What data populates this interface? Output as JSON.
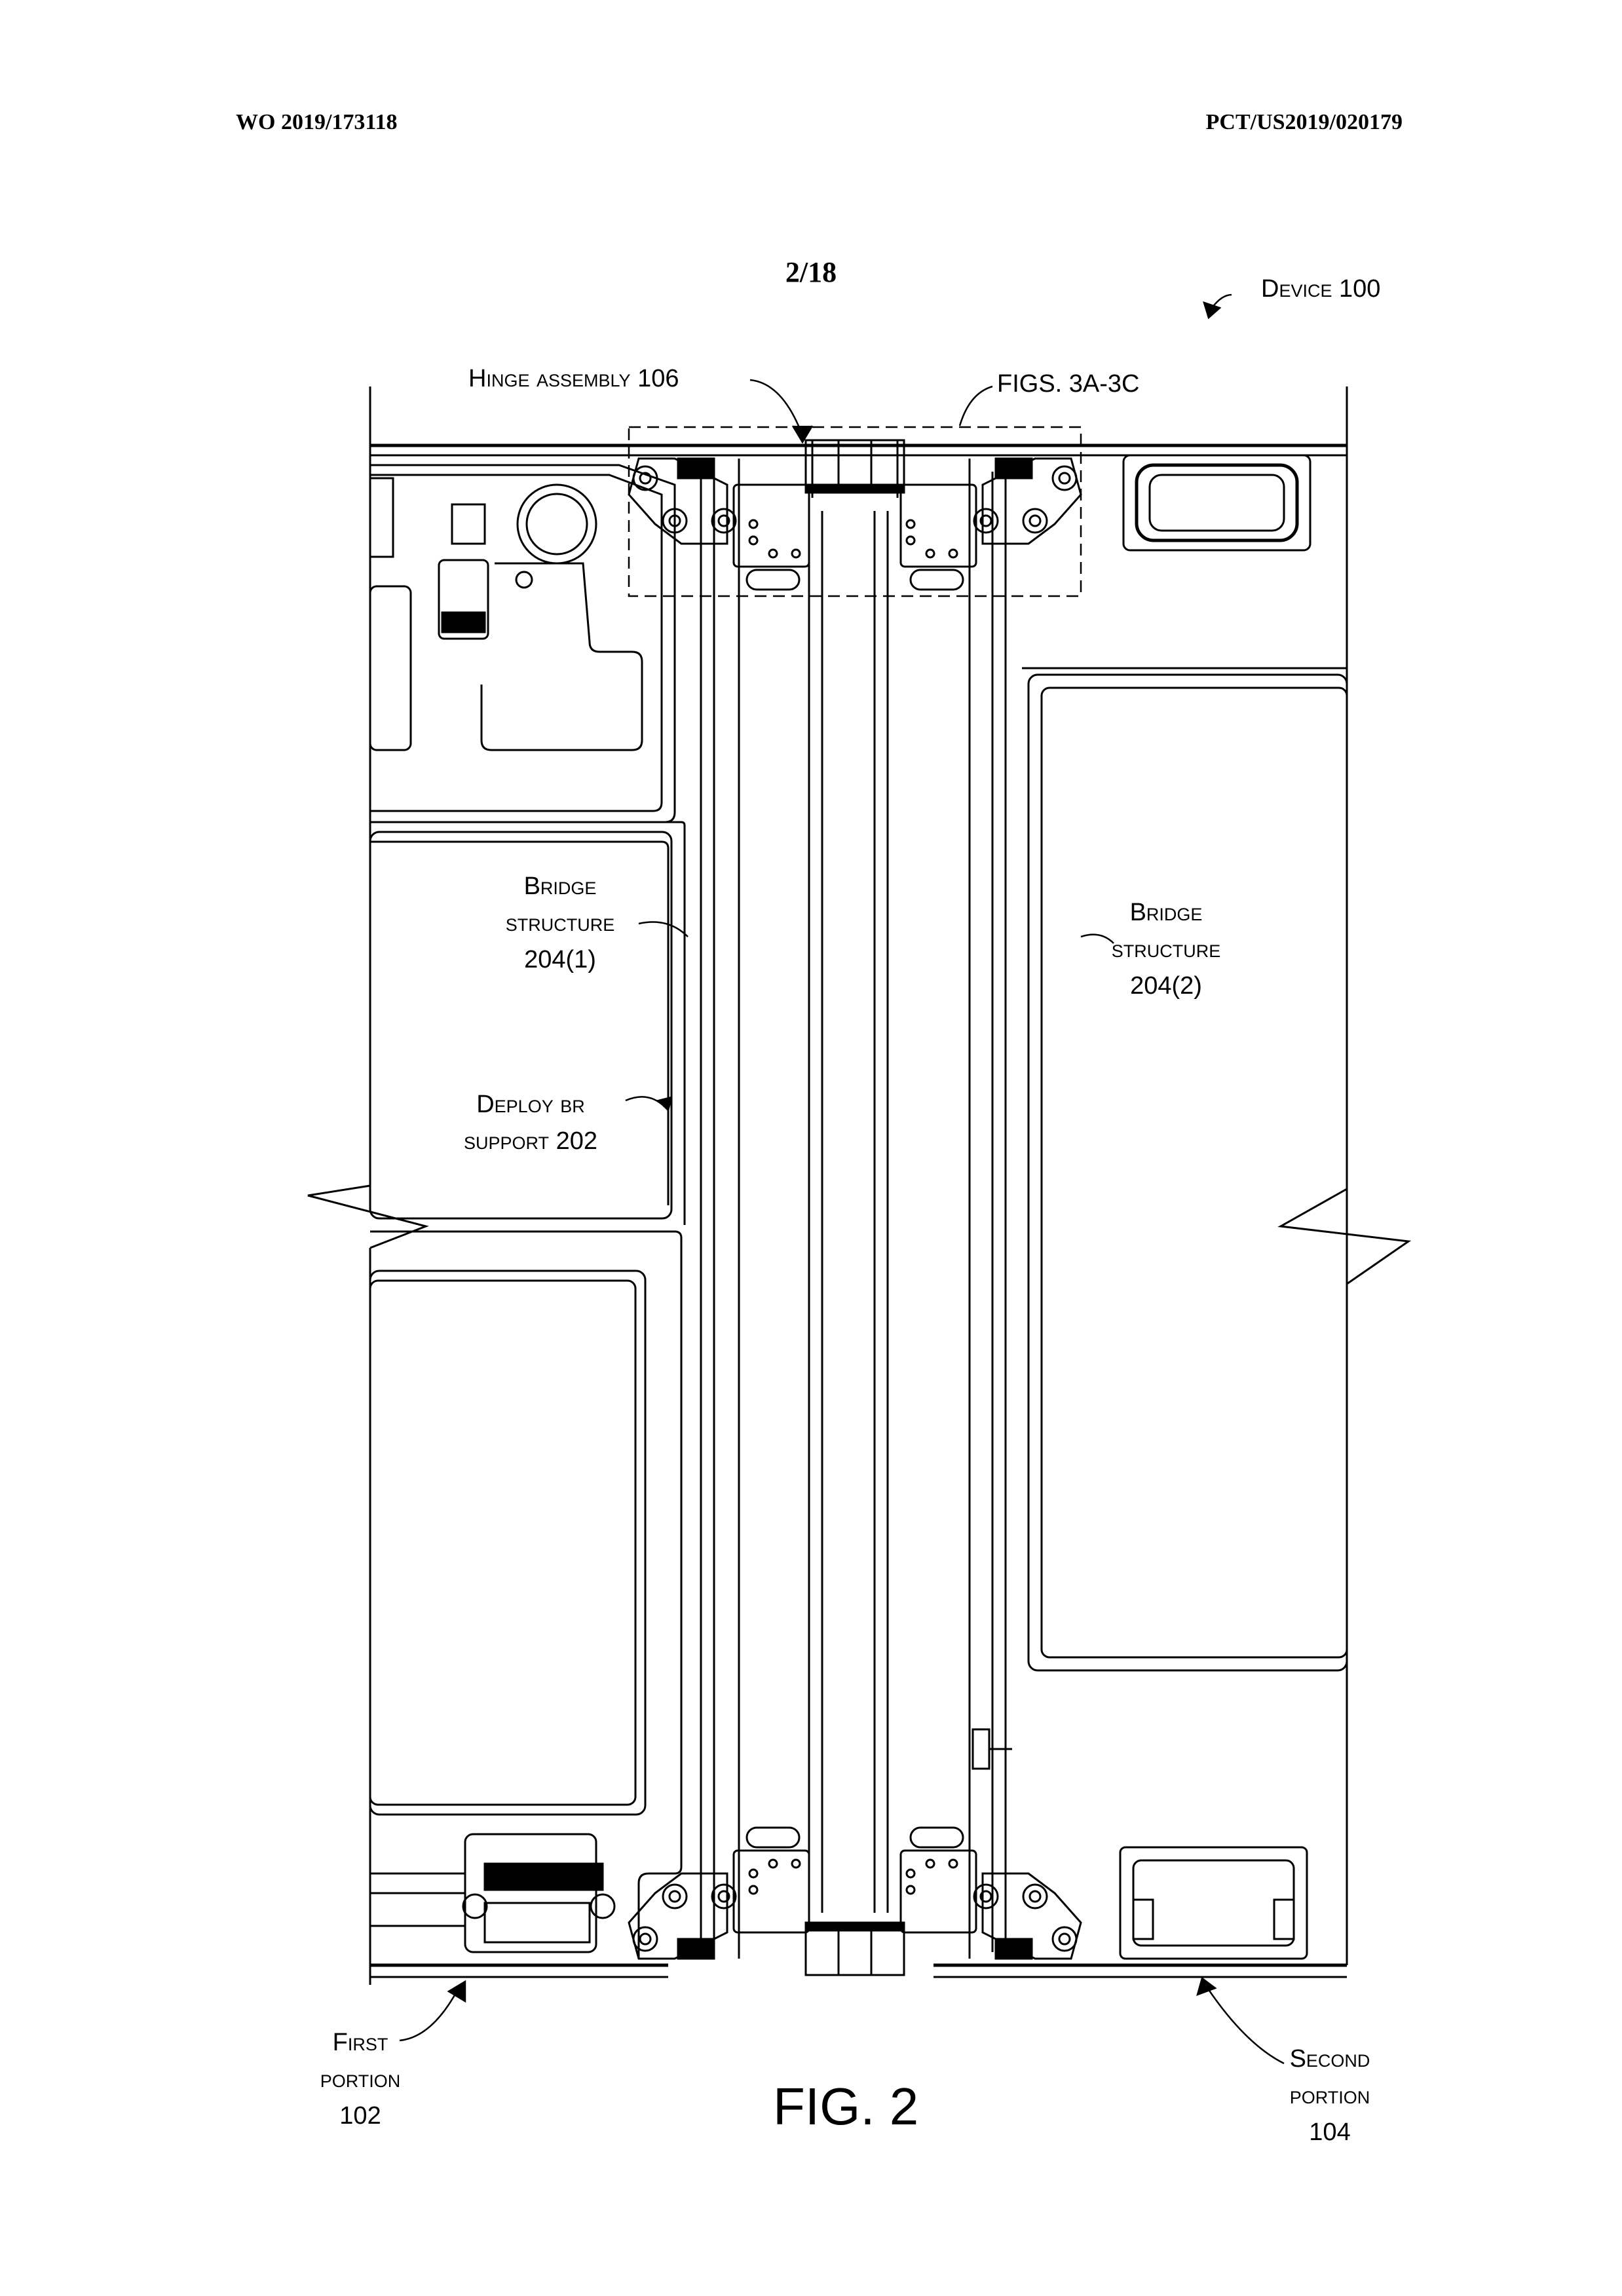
{
  "header": {
    "publication_number": "WO 2019/173118",
    "application_number": "PCT/US2019/020179"
  },
  "sheet_number": "2/18",
  "figure_label": "FIG. 2",
  "labels": {
    "device": "Device 100",
    "hinge_assembly": "Hinge assembly 106",
    "figs_ref": "FIGS. 3A-3C",
    "bridge_structure_1": {
      "line1": "Bridge",
      "line2": "structure",
      "line3": "204(1)"
    },
    "bridge_structure_2": {
      "line1": "Bridge",
      "line2": "structure",
      "line3": "204(2)"
    },
    "deploy_support": {
      "line1": "Deploy br",
      "line2": "support 202"
    },
    "first_portion": {
      "line1": "First",
      "line2": "portion",
      "line3": "102"
    },
    "second_portion": {
      "line1": "Second",
      "line2": "portion",
      "line3": "104"
    }
  }
}
